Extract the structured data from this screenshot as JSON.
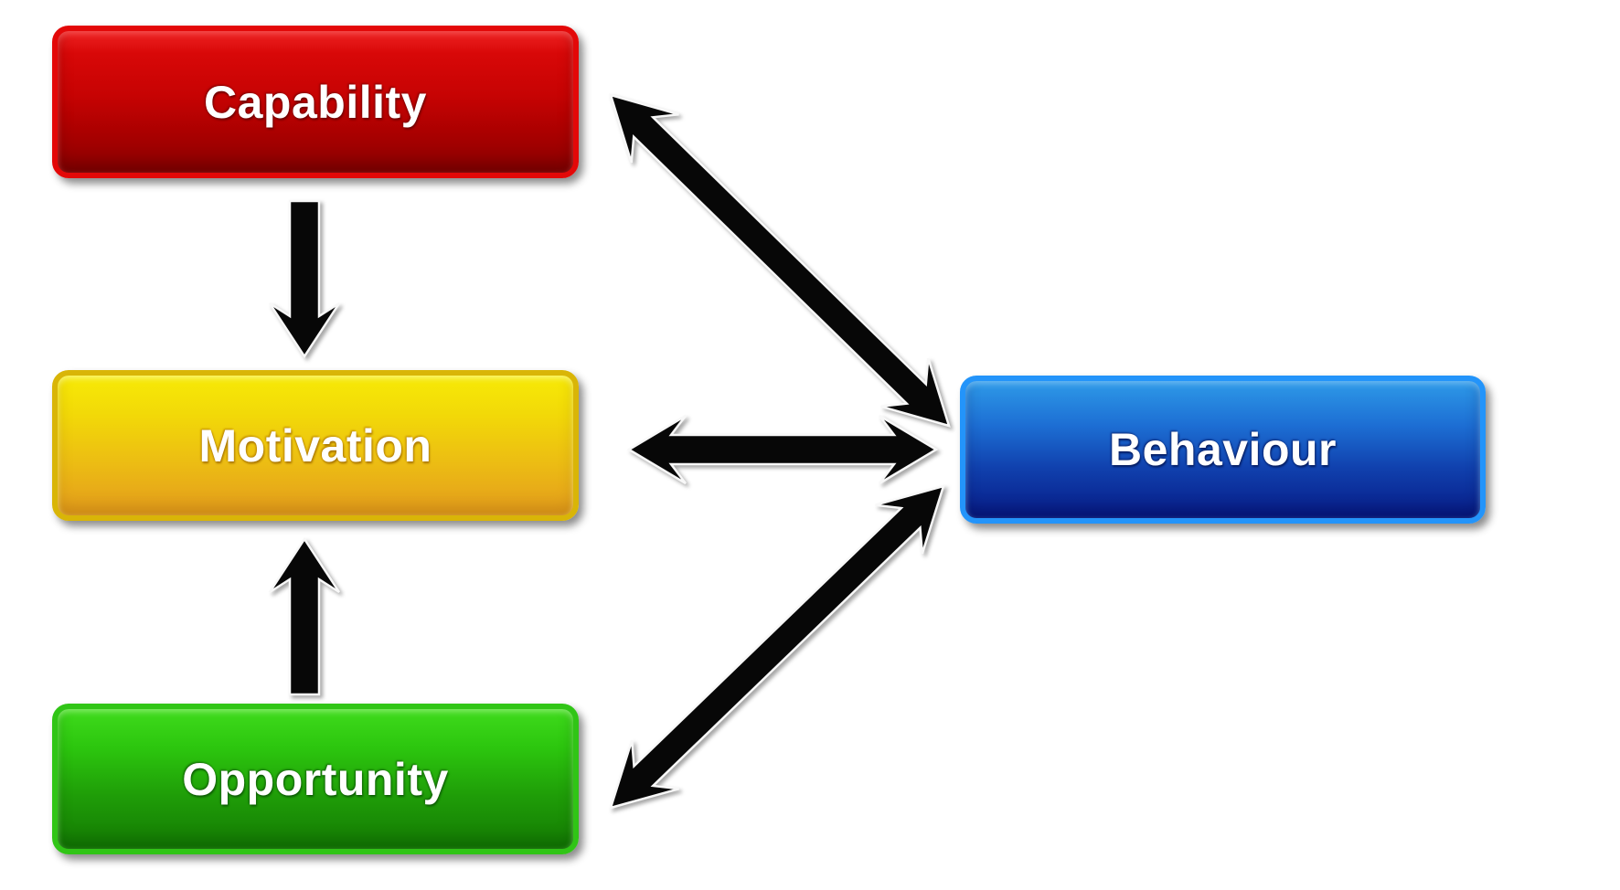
{
  "diagram": {
    "background": "#ffffff",
    "arrow_color": "#070707",
    "arrow_outline_color": "#f8f8f8",
    "nodes": [
      {
        "id": "capability",
        "label": "Capability",
        "fill_top": "#ee2222",
        "fill_bottom": "#8a0000",
        "border": "#e30808",
        "text_color": "#ffffff"
      },
      {
        "id": "motivation",
        "label": "Motivation",
        "fill_top": "#f7ea06",
        "fill_bottom": "#e49c1d",
        "border": "#d9b507",
        "text_color": "#ffffff"
      },
      {
        "id": "opportunity",
        "label": "Opportunity",
        "fill_top": "#3fdb1c",
        "fill_bottom": "#147a03",
        "border": "#30c516",
        "text_color": "#ffffff"
      },
      {
        "id": "behaviour",
        "label": "Behaviour",
        "fill_top": "#2e9ae8",
        "fill_bottom": "#071b86",
        "border": "#2394fa",
        "text_color": "#ffffff"
      }
    ],
    "edges": [
      {
        "from": "capability",
        "to": "motivation",
        "bidirectional": false
      },
      {
        "from": "opportunity",
        "to": "motivation",
        "bidirectional": false
      },
      {
        "from": "capability",
        "to": "behaviour",
        "bidirectional": true
      },
      {
        "from": "motivation",
        "to": "behaviour",
        "bidirectional": true
      },
      {
        "from": "opportunity",
        "to": "behaviour",
        "bidirectional": true
      }
    ]
  }
}
